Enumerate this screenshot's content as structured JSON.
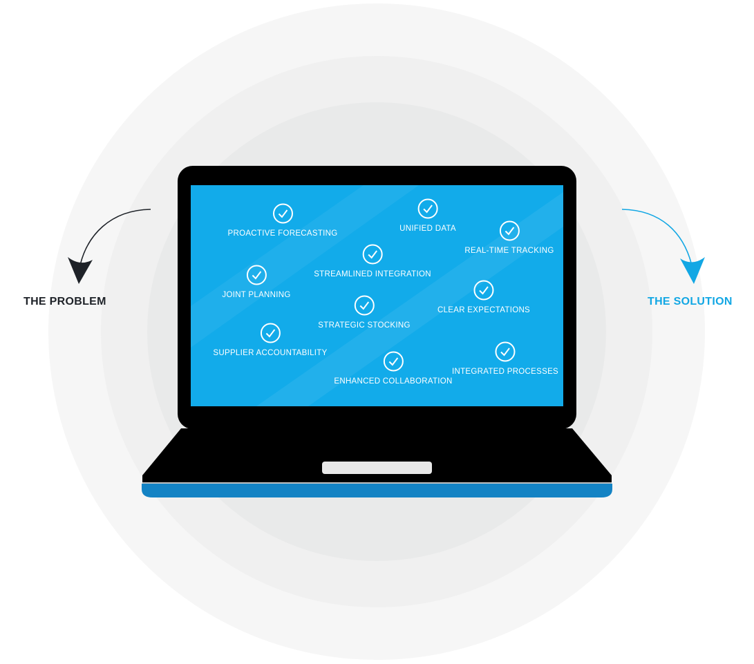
{
  "labels": {
    "problem": "THE PROBLEM",
    "solution": "THE SOLUTION"
  },
  "colors": {
    "accent": "#12a7e4",
    "screen": "#12abea",
    "laptop_body": "#000000",
    "dark_text": "#1e2228"
  },
  "features": [
    {
      "label": "PROACTIVE FORECASTING",
      "icon": "check-circle-icon"
    },
    {
      "label": "UNIFIED DATA",
      "icon": "check-circle-icon"
    },
    {
      "label": "REAL-TIME TRACKING",
      "icon": "check-circle-icon"
    },
    {
      "label": "STREAMLINED INTEGRATION",
      "icon": "check-circle-icon"
    },
    {
      "label": "JOINT PLANNING",
      "icon": "check-circle-icon"
    },
    {
      "label": "CLEAR EXPECTATIONS",
      "icon": "check-circle-icon"
    },
    {
      "label": "STRATEGIC STOCKING",
      "icon": "check-circle-icon"
    },
    {
      "label": "SUPPLIER ACCOUNTABILITY",
      "icon": "check-circle-icon"
    },
    {
      "label": "INTEGRATED PROCESSES",
      "icon": "check-circle-icon"
    },
    {
      "label": "ENHANCED COLLABORATION",
      "icon": "check-circle-icon"
    }
  ]
}
